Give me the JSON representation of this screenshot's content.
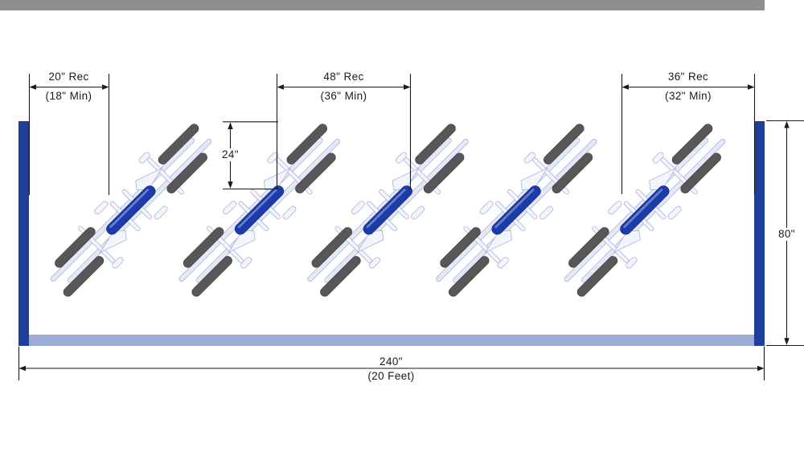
{
  "diagram": {
    "title": "bike-rack-spacing-plan",
    "dimensions": {
      "clearance_left": {
        "rec": "20\" Rec",
        "min": "(18\" Min)"
      },
      "rack_spacing": {
        "rec": "48\" Rec",
        "min": "(36\" Min)"
      },
      "clearance_right": {
        "rec": "36\" Rec",
        "min": "(32\" Min)"
      },
      "stagger_depth": {
        "value": "24\""
      },
      "aisle_depth": {
        "value": "80\""
      },
      "total_length": {
        "value": "240\"",
        "sub": "(20 Feet)"
      }
    },
    "racks": {
      "count": 5
    },
    "colors": {
      "wall": "#8f8f8f",
      "post": "#1f3d9b",
      "curb": "#9aabd6",
      "bike_frame": "#e4e9f7",
      "bike_outline": "#aab4d4",
      "grip": "#575757",
      "rack_tube": "#1d3cab",
      "dim": "#1a1a1a"
    }
  }
}
